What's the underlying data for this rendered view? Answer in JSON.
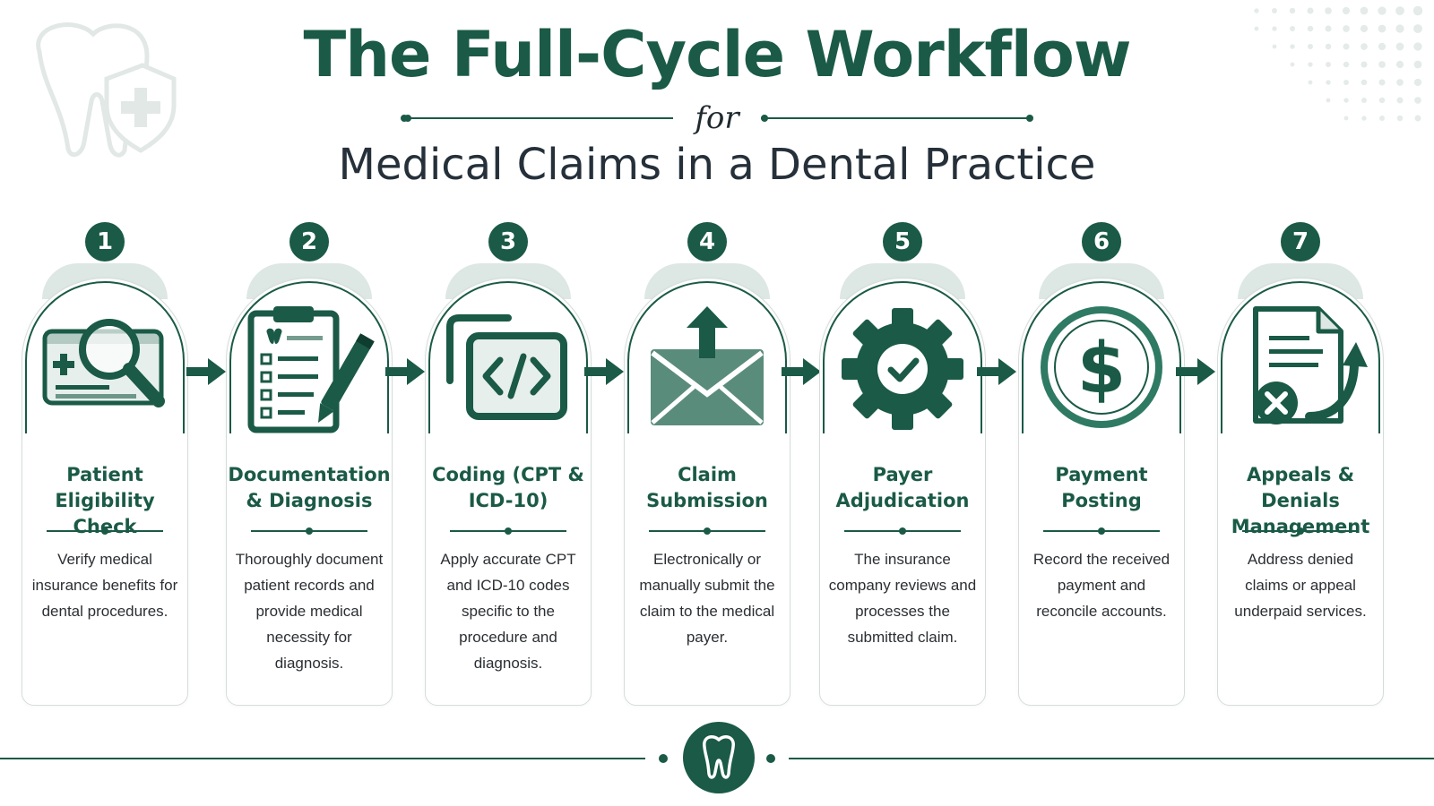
{
  "header": {
    "title": "The Full-Cycle Workflow",
    "connector": "for",
    "subtitle": "Medical Claims in a Dental Practice"
  },
  "colors": {
    "primary": "#1a5a46",
    "cap": "#dde7e3",
    "text": "#2b2f33"
  },
  "decor": {
    "corner_icon": "tooth-shield-cross-icon",
    "bottom_icon": "tooth-icon"
  },
  "steps": [
    {
      "number": "1",
      "title": "Patient Eligibility Check",
      "description": "Verify medical insurance benefits for dental procedures.",
      "icon": "magnifier-insurance-card-icon"
    },
    {
      "number": "2",
      "title": "Documentation & Diagnosis",
      "description": "Thoroughly document patient records and provide medical necessity for diagnosis.",
      "icon": "clipboard-pen-icon"
    },
    {
      "number": "3",
      "title": "Coding (CPT & ICD-10)",
      "description": "Apply accurate CPT and ICD-10 codes specific to the procedure and diagnosis.",
      "icon": "code-window-icon"
    },
    {
      "number": "4",
      "title": "Claim Submission",
      "description": "Electronically or manually submit the claim to the medical payer.",
      "icon": "envelope-upload-icon"
    },
    {
      "number": "5",
      "title": "Payer Adjudication",
      "description": "The insurance company reviews and processes the submitted claim.",
      "icon": "gear-check-icon"
    },
    {
      "number": "6",
      "title": "Payment Posting",
      "description": "Record the received payment and reconcile accounts.",
      "icon": "dollar-coin-icon"
    },
    {
      "number": "7",
      "title": "Appeals & Denials Management",
      "description": "Address denied claims or appeal underpaid services.",
      "icon": "denied-document-appeal-icon"
    }
  ]
}
